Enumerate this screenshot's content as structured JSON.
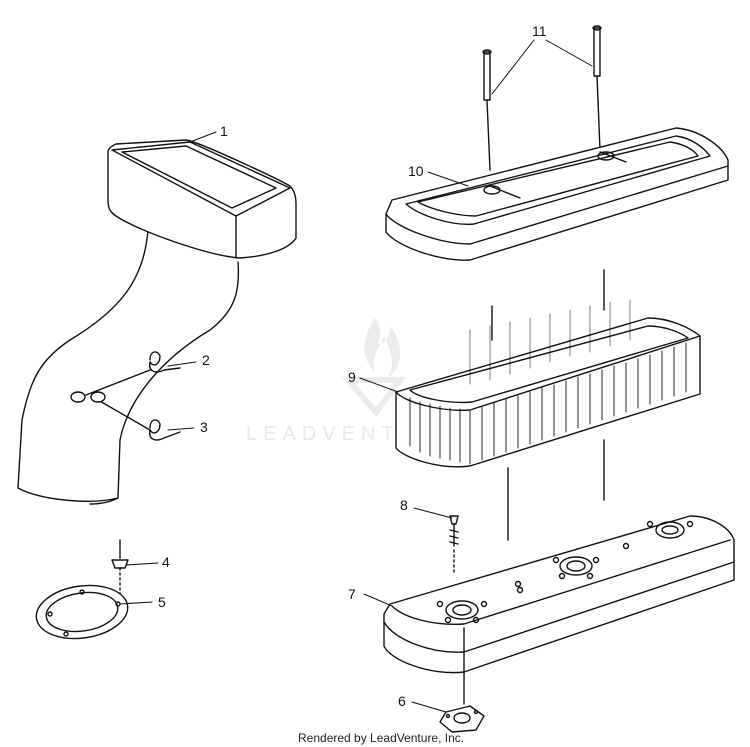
{
  "watermark": "LEADVENTURE",
  "footer": "Rendered by LeadVenture, Inc.",
  "callouts": {
    "c1": "1",
    "c2": "2",
    "c3": "3",
    "c4": "4",
    "c5": "5",
    "c6": "6",
    "c7": "7",
    "c8": "8",
    "c9": "9",
    "c10": "10",
    "c11": "11"
  }
}
